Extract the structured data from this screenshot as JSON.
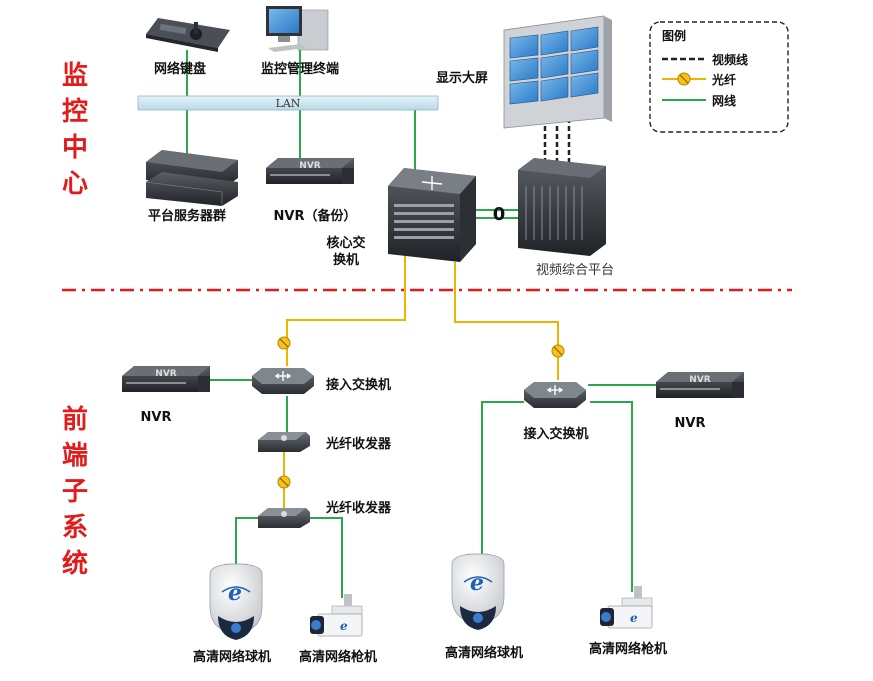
{
  "sections": {
    "monitor_center": [
      "监",
      "控",
      "中",
      "心"
    ],
    "frontend": [
      "前",
      "端",
      "子",
      "系",
      "统"
    ]
  },
  "legend": {
    "title": "图例",
    "items": [
      {
        "label": "视频线",
        "type": "dashed",
        "color": "#222222"
      },
      {
        "label": "光纤",
        "type": "fiber",
        "color": "#f0b400"
      },
      {
        "label": "网线",
        "type": "solid",
        "color": "#2aa84a"
      }
    ]
  },
  "lan_label": "LAN",
  "nvr_badge": "NVR",
  "devices": {
    "network_keyboard": "网络键盘",
    "monitoring_terminal": "监控管理终端",
    "display_wall": "显示大屏",
    "server_cluster": "平台服务器群",
    "nvr_backup": "NVR（备份）",
    "core_switch_line1": "核心交",
    "core_switch_line2": "换机",
    "video_platform": "视频综合平台",
    "left_access_switch": "接入交换机",
    "left_nvr": "NVR",
    "transceiver_1": "光纤收发器",
    "transceiver_2": "光纤收发器",
    "dome_camera_left": "高清网络球机",
    "bullet_camera_left": "高清网络枪机",
    "right_access_switch": "接入交换机",
    "right_nvr": "NVR",
    "dome_camera_right": "高清网络球机",
    "bullet_camera_right": "高清网络枪机"
  },
  "colors": {
    "section_title": "#e31b1b",
    "fiber": "#f0b400",
    "ethernet": "#2aa84a",
    "divider": "#e31b1b",
    "lan_bar": "#cfe6f0"
  }
}
